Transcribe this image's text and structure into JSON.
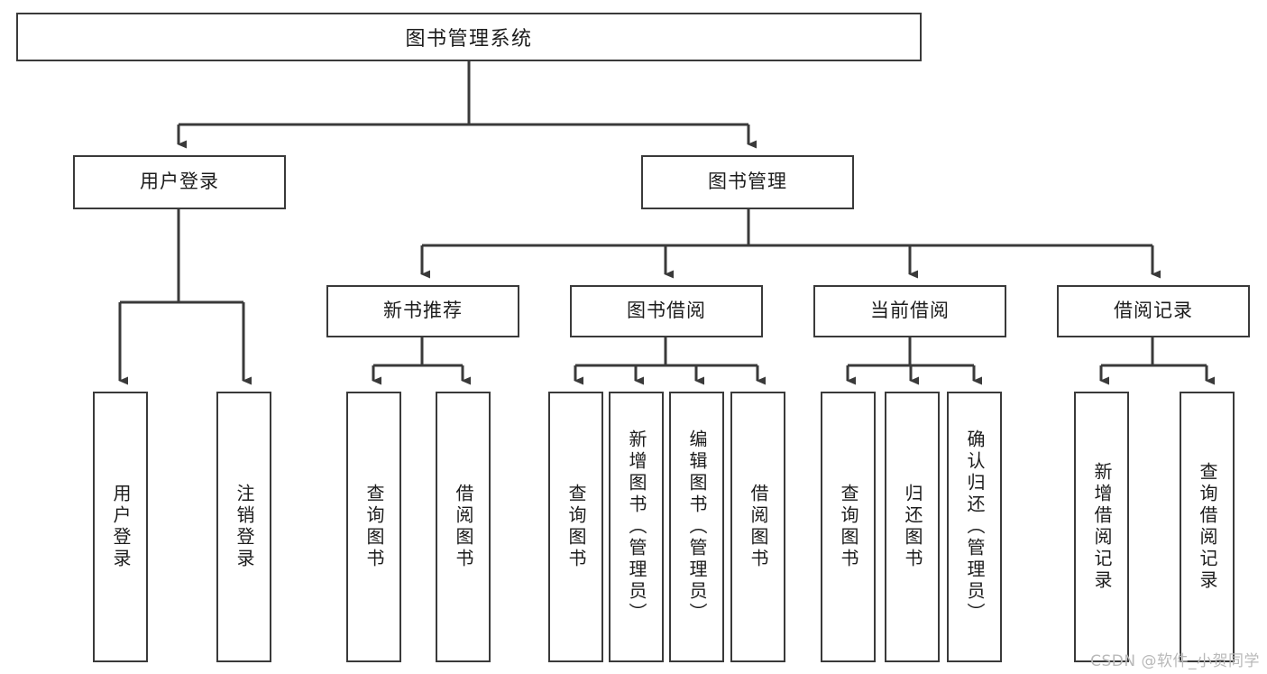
{
  "diagram": {
    "type": "tree-hierarchy",
    "title": "图书管理系统",
    "root": {
      "id": "root",
      "label": "图书管理系统"
    },
    "level2": [
      {
        "id": "user-login",
        "label": "用户登录"
      },
      {
        "id": "book-manage",
        "label": "图书管理"
      }
    ],
    "level3": [
      {
        "id": "new-book-recommend",
        "label": "新书推荐",
        "parent": "book-manage"
      },
      {
        "id": "book-borrow",
        "label": "图书借阅",
        "parent": "book-manage"
      },
      {
        "id": "current-borrow",
        "label": "当前借阅",
        "parent": "book-manage"
      },
      {
        "id": "borrow-record",
        "label": "借阅记录",
        "parent": "book-manage"
      }
    ],
    "leaves": [
      {
        "id": "leaf-user-login",
        "label": "用户登录",
        "parent": "user-login"
      },
      {
        "id": "leaf-user-logout",
        "label": "注销登录",
        "parent": "user-login"
      },
      {
        "id": "leaf-rec-query-book",
        "label": "查询图书",
        "parent": "new-book-recommend"
      },
      {
        "id": "leaf-rec-borrow-book",
        "label": "借阅图书",
        "parent": "new-book-recommend"
      },
      {
        "id": "leaf-borrow-query-book",
        "label": "查询图书",
        "parent": "book-borrow"
      },
      {
        "id": "leaf-borrow-add-book",
        "label": "新增图书（管理员）",
        "parent": "book-borrow"
      },
      {
        "id": "leaf-borrow-edit-book",
        "label": "编辑图书（管理员）",
        "parent": "book-borrow"
      },
      {
        "id": "leaf-borrow-borrow-book",
        "label": "借阅图书",
        "parent": "book-borrow"
      },
      {
        "id": "leaf-cur-query-book",
        "label": "查询图书",
        "parent": "current-borrow"
      },
      {
        "id": "leaf-cur-return-book",
        "label": "归还图书",
        "parent": "current-borrow"
      },
      {
        "id": "leaf-cur-confirm-return",
        "label": "确认归还（管理员）",
        "parent": "current-borrow"
      },
      {
        "id": "leaf-rec-add-record",
        "label": "新增借阅记录",
        "parent": "borrow-record"
      },
      {
        "id": "leaf-rec-query-record",
        "label": "查询借阅记录",
        "parent": "borrow-record"
      }
    ],
    "watermark": "CSDN @软件_小贺同学",
    "colors": {
      "stroke": "#3a3a3a",
      "background": "#ffffff",
      "text": "#1c1c1c",
      "watermark": "#b9b9b9"
    }
  }
}
